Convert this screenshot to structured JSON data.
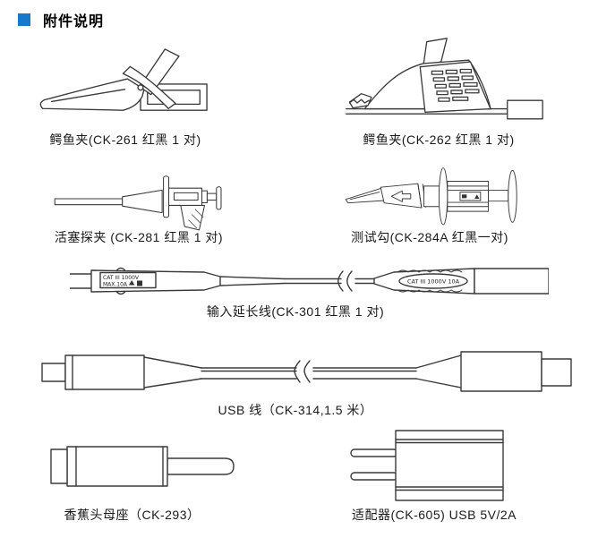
{
  "header": {
    "title": "附件说明",
    "bullet_color": "#1879cc"
  },
  "accessories": [
    {
      "id": "ck-261",
      "caption": "鳄鱼夹(CK-261 红黑 1 对)"
    },
    {
      "id": "ck-262",
      "caption": "鳄鱼夹(CK-262 红黑 1 对)"
    },
    {
      "id": "ck-281",
      "caption": "活塞探夹 (CK-281 红黑 1 对)"
    },
    {
      "id": "ck-284a",
      "caption": "测试勾(CK-284A 红黑一对)"
    },
    {
      "id": "ck-301",
      "caption": "输入延长线(CK-301 红黑 1 对)",
      "labels": {
        "left_line1": "CAT III 1000V",
        "left_line2": "MAX.10A",
        "right": "CAT III 1000V 10A"
      }
    },
    {
      "id": "ck-314",
      "caption": "USB 线（CK-314,1.5 米）"
    },
    {
      "id": "ck-293",
      "caption": "香蕉头母座（CK-293）"
    },
    {
      "id": "ck-605",
      "caption": "适配器(CK-605)  USB 5V/2A"
    }
  ]
}
